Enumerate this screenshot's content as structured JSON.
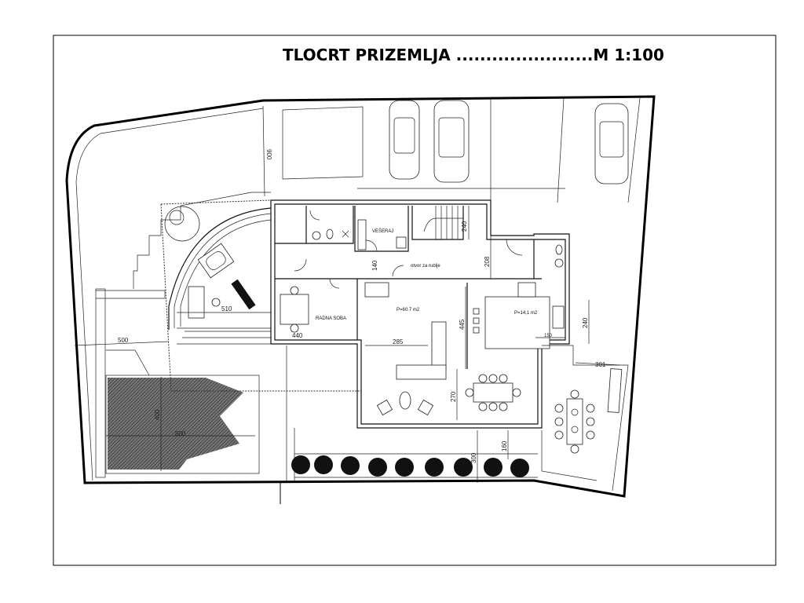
{
  "drawing": {
    "title": "TLOCRT PRIZEMLJA .......................M 1:100",
    "rooms": {
      "laundry": "VEŠERAJ",
      "laundry_hatch": "otvor za rublje",
      "study": "RADNA SOBA",
      "living_area": "P=60.7 m2",
      "kitchen_area": "P=14,1 m2"
    },
    "dimensions": {
      "parking_depth": "900",
      "terrace_width": "510",
      "garden_width": "500",
      "pool_width": "800",
      "pool_depth": "400",
      "study_width": "440",
      "corridor_depth": "140",
      "stair_depth": "240",
      "hall_depth": "208",
      "living_width": "285",
      "living_depth": "445",
      "kitchen_wall": "240",
      "kitchen_counter": "150",
      "patio_width": "301",
      "dining_depth": "270",
      "front_yard_depth": "300",
      "hedge_offset": "160"
    }
  }
}
